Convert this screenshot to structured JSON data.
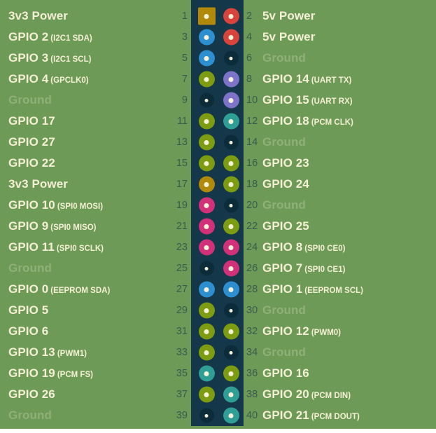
{
  "colors": {
    "background": "#6d9a56",
    "strip": "#143849",
    "label": "#f4efd5",
    "ground_label": "#90b078",
    "pin_number": "#3c5a50",
    "dot": "#f6f1da",
    "bottom_band": "#ffffff",
    "types": {
      "power3v3": "#b18a0b",
      "power5v": "#d8433c",
      "i2c": "#2e8fd0",
      "gpio": "#7d9c11",
      "uart": "#7d74c9",
      "pcm": "#2f9e94",
      "spi": "#d23179",
      "ground": "#0d2c39"
    }
  },
  "rows": [
    {
      "left": {
        "label": "3v3 Power",
        "sub": "",
        "type": "power3v3",
        "shape": "square"
      },
      "odd_pin": "1",
      "even_pin": "2",
      "right": {
        "label": "5v Power",
        "sub": "",
        "type": "power5v",
        "shape": "circle"
      }
    },
    {
      "left": {
        "label": "GPIO 2",
        "sub": "(I2C1 SDA)",
        "type": "i2c",
        "shape": "circle"
      },
      "odd_pin": "3",
      "even_pin": "4",
      "right": {
        "label": "5v Power",
        "sub": "",
        "type": "power5v",
        "shape": "circle"
      }
    },
    {
      "left": {
        "label": "GPIO 3",
        "sub": "(I2C1 SCL)",
        "type": "i2c",
        "shape": "circle"
      },
      "odd_pin": "5",
      "even_pin": "6",
      "right": {
        "label": "Ground",
        "sub": "",
        "type": "ground",
        "shape": "circle"
      }
    },
    {
      "left": {
        "label": "GPIO 4",
        "sub": "(GPCLK0)",
        "type": "gpio",
        "shape": "circle"
      },
      "odd_pin": "7",
      "even_pin": "8",
      "right": {
        "label": "GPIO 14",
        "sub": "(UART TX)",
        "type": "uart",
        "shape": "circle"
      }
    },
    {
      "left": {
        "label": "Ground",
        "sub": "",
        "type": "ground",
        "shape": "circle"
      },
      "odd_pin": "9",
      "even_pin": "10",
      "right": {
        "label": "GPIO 15",
        "sub": "(UART RX)",
        "type": "uart",
        "shape": "circle"
      }
    },
    {
      "left": {
        "label": "GPIO 17",
        "sub": "",
        "type": "gpio",
        "shape": "circle"
      },
      "odd_pin": "11",
      "even_pin": "12",
      "right": {
        "label": "GPIO 18",
        "sub": "(PCM CLK)",
        "type": "pcm",
        "shape": "circle"
      }
    },
    {
      "left": {
        "label": "GPIO 27",
        "sub": "",
        "type": "gpio",
        "shape": "circle"
      },
      "odd_pin": "13",
      "even_pin": "14",
      "right": {
        "label": "Ground",
        "sub": "",
        "type": "ground",
        "shape": "circle"
      }
    },
    {
      "left": {
        "label": "GPIO 22",
        "sub": "",
        "type": "gpio",
        "shape": "circle"
      },
      "odd_pin": "15",
      "even_pin": "16",
      "right": {
        "label": "GPIO 23",
        "sub": "",
        "type": "gpio",
        "shape": "circle"
      }
    },
    {
      "left": {
        "label": "3v3 Power",
        "sub": "",
        "type": "power3v3",
        "shape": "circle"
      },
      "odd_pin": "17",
      "even_pin": "18",
      "right": {
        "label": "GPIO 24",
        "sub": "",
        "type": "gpio",
        "shape": "circle"
      }
    },
    {
      "left": {
        "label": "GPIO 10",
        "sub": "(SPI0 MOSI)",
        "type": "spi",
        "shape": "circle"
      },
      "odd_pin": "19",
      "even_pin": "20",
      "right": {
        "label": "Ground",
        "sub": "",
        "type": "ground",
        "shape": "circle"
      }
    },
    {
      "left": {
        "label": "GPIO 9",
        "sub": "(SPI0 MISO)",
        "type": "spi",
        "shape": "circle"
      },
      "odd_pin": "21",
      "even_pin": "22",
      "right": {
        "label": "GPIO 25",
        "sub": "",
        "type": "gpio",
        "shape": "circle"
      }
    },
    {
      "left": {
        "label": "GPIO 11",
        "sub": "(SPI0 SCLK)",
        "type": "spi",
        "shape": "circle"
      },
      "odd_pin": "23",
      "even_pin": "24",
      "right": {
        "label": "GPIO 8",
        "sub": "(SPI0 CE0)",
        "type": "spi",
        "shape": "circle"
      }
    },
    {
      "left": {
        "label": "Ground",
        "sub": "",
        "type": "ground",
        "shape": "circle"
      },
      "odd_pin": "25",
      "even_pin": "26",
      "right": {
        "label": "GPIO 7",
        "sub": "(SPI0 CE1)",
        "type": "spi",
        "shape": "circle"
      }
    },
    {
      "left": {
        "label": "GPIO 0",
        "sub": "(EEPROM SDA)",
        "type": "i2c",
        "shape": "circle"
      },
      "odd_pin": "27",
      "even_pin": "28",
      "right": {
        "label": "GPIO 1",
        "sub": "(EEPROM SCL)",
        "type": "i2c",
        "shape": "circle"
      }
    },
    {
      "left": {
        "label": "GPIO 5",
        "sub": "",
        "type": "gpio",
        "shape": "circle"
      },
      "odd_pin": "29",
      "even_pin": "30",
      "right": {
        "label": "Ground",
        "sub": "",
        "type": "ground",
        "shape": "circle"
      }
    },
    {
      "left": {
        "label": "GPIO 6",
        "sub": "",
        "type": "gpio",
        "shape": "circle"
      },
      "odd_pin": "31",
      "even_pin": "32",
      "right": {
        "label": "GPIO 12",
        "sub": "(PWM0)",
        "type": "gpio",
        "shape": "circle"
      }
    },
    {
      "left": {
        "label": "GPIO 13",
        "sub": "(PWM1)",
        "type": "gpio",
        "shape": "circle"
      },
      "odd_pin": "33",
      "even_pin": "34",
      "right": {
        "label": "Ground",
        "sub": "",
        "type": "ground",
        "shape": "circle"
      }
    },
    {
      "left": {
        "label": "GPIO 19",
        "sub": "(PCM FS)",
        "type": "pcm",
        "shape": "circle"
      },
      "odd_pin": "35",
      "even_pin": "36",
      "right": {
        "label": "GPIO 16",
        "sub": "",
        "type": "gpio",
        "shape": "circle"
      }
    },
    {
      "left": {
        "label": "GPIO 26",
        "sub": "",
        "type": "gpio",
        "shape": "circle"
      },
      "odd_pin": "37",
      "even_pin": "38",
      "right": {
        "label": "GPIO 20",
        "sub": "(PCM DIN)",
        "type": "pcm",
        "shape": "circle"
      }
    },
    {
      "left": {
        "label": "Ground",
        "sub": "",
        "type": "ground",
        "shape": "circle"
      },
      "odd_pin": "39",
      "even_pin": "40",
      "right": {
        "label": "GPIO 21",
        "sub": "(PCM DOUT)",
        "type": "pcm",
        "shape": "circle"
      }
    }
  ]
}
